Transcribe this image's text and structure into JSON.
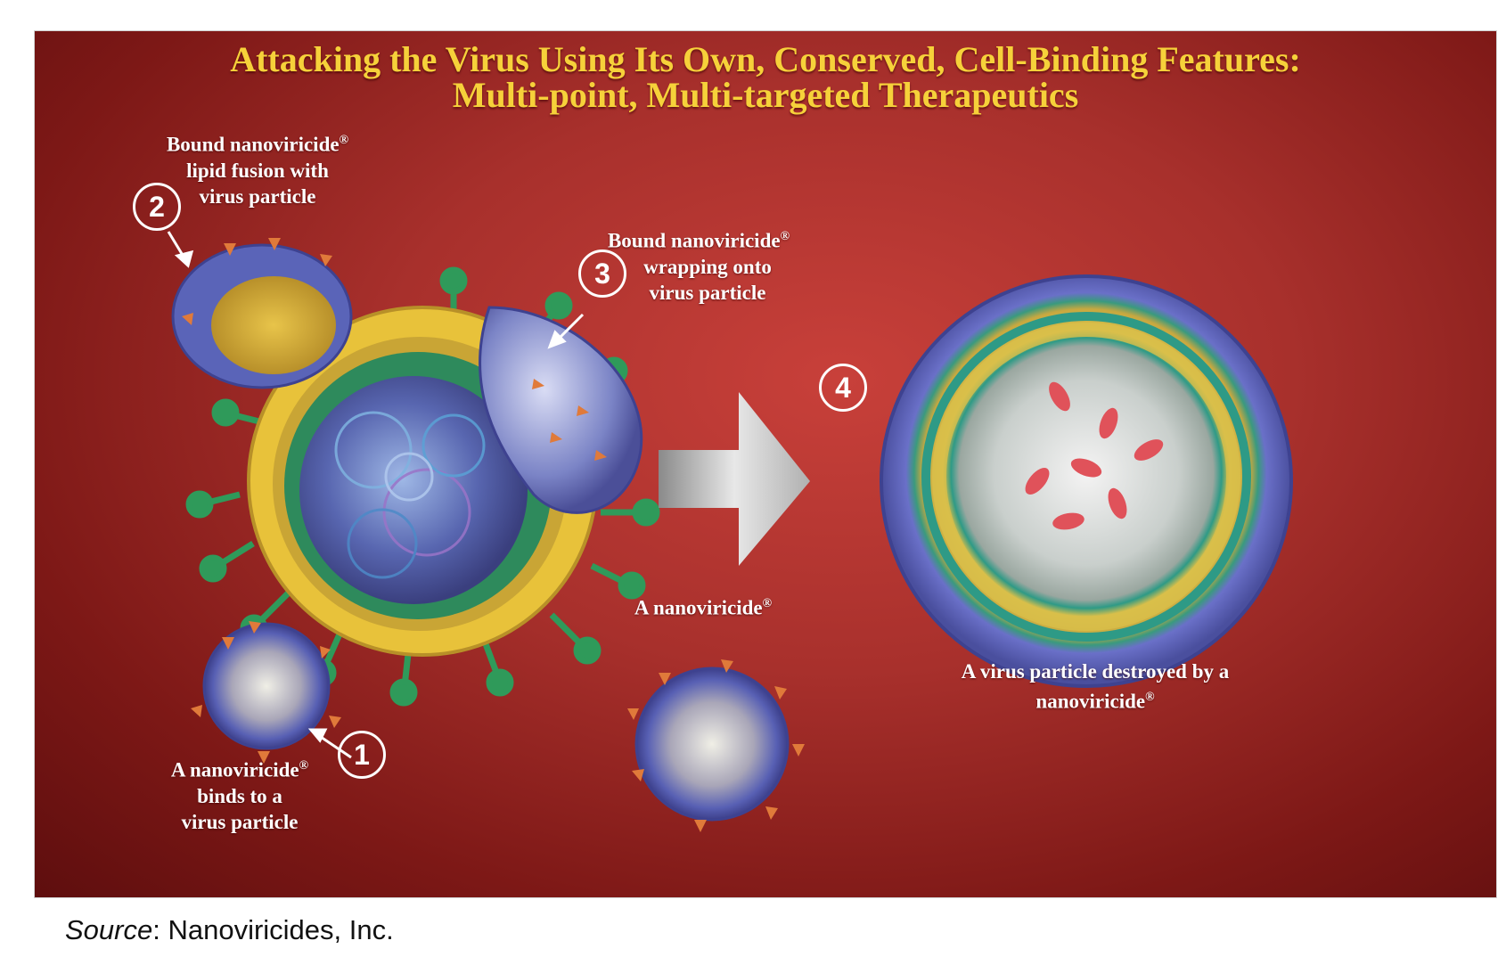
{
  "title_line1": "Attacking the Virus Using Its Own, Conserved, Cell-Binding Features:",
  "title_line2": "Multi-point, Multi-targeted Therapeutics",
  "steps": {
    "s1": "1",
    "s2": "2",
    "s3": "3",
    "s4": "4"
  },
  "labels": {
    "step2": [
      "Bound nanoviricide",
      "lipid fusion with",
      "virus particle"
    ],
    "step3": [
      "Bound nanoviricide",
      "wrapping onto",
      "virus particle"
    ],
    "step1": [
      "A nanoviricide",
      "binds to a",
      "virus particle"
    ],
    "middle": "A nanoviricide",
    "step4": [
      "A virus particle destroyed by a",
      "nanoviricide"
    ]
  },
  "registered_mark": "®",
  "source_prefix": "Source",
  "source_text": ": Nanoviricides, Inc.",
  "colors": {
    "background": "#a8302c",
    "title": "#f6d13a",
    "virus_shell": "#e8c23a",
    "virus_inner": "#2e8a5c",
    "nanoviricide": "#5a64b8",
    "spikes": "#2f9a5a"
  }
}
